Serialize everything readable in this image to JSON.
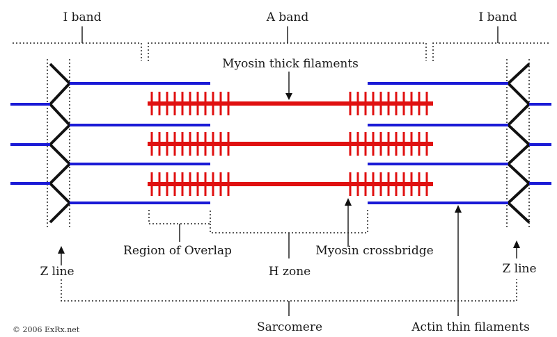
{
  "labels": {
    "i_band_left": "I band",
    "a_band": "A band",
    "i_band_right": "I band",
    "myosin_thick": "Myosin thick filaments",
    "region_overlap": "Region of Overlap",
    "myosin_crossbridge": "Myosin crossbridge",
    "z_line_left": "Z line",
    "z_line_right": "Z line",
    "h_zone": "H zone",
    "sarcomere": "Sarcomere",
    "actin_thin": "Actin thin filaments",
    "copyright": "© 2006 ExRx.net"
  },
  "colors": {
    "actin": "#1a1ad6",
    "myosin": "#e01010",
    "z_line": "#111111",
    "text": "#1a1a1a"
  }
}
